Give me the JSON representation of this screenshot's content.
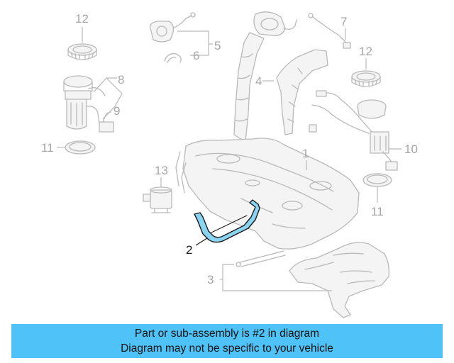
{
  "colors": {
    "banner_bg": "#4fc3f7",
    "highlight": "#8ad4f2",
    "line_art": "#b9b9b9",
    "callout_text": "#a6a6a6"
  },
  "callouts": {
    "c1": "1",
    "c2": "2",
    "c3": "3",
    "c4": "4",
    "c5": "5",
    "c6": "6",
    "c7": "7",
    "c8": "8",
    "c9": "9",
    "c10": "10",
    "c11a": "11",
    "c11b": "11",
    "c12a": "12",
    "c12b": "12",
    "c13": "13"
  },
  "highlighted_part": "2",
  "banner": {
    "line1": "Part or sub-assembly is #2 in diagram",
    "line2": "Diagram may not be specific to your vehicle"
  }
}
